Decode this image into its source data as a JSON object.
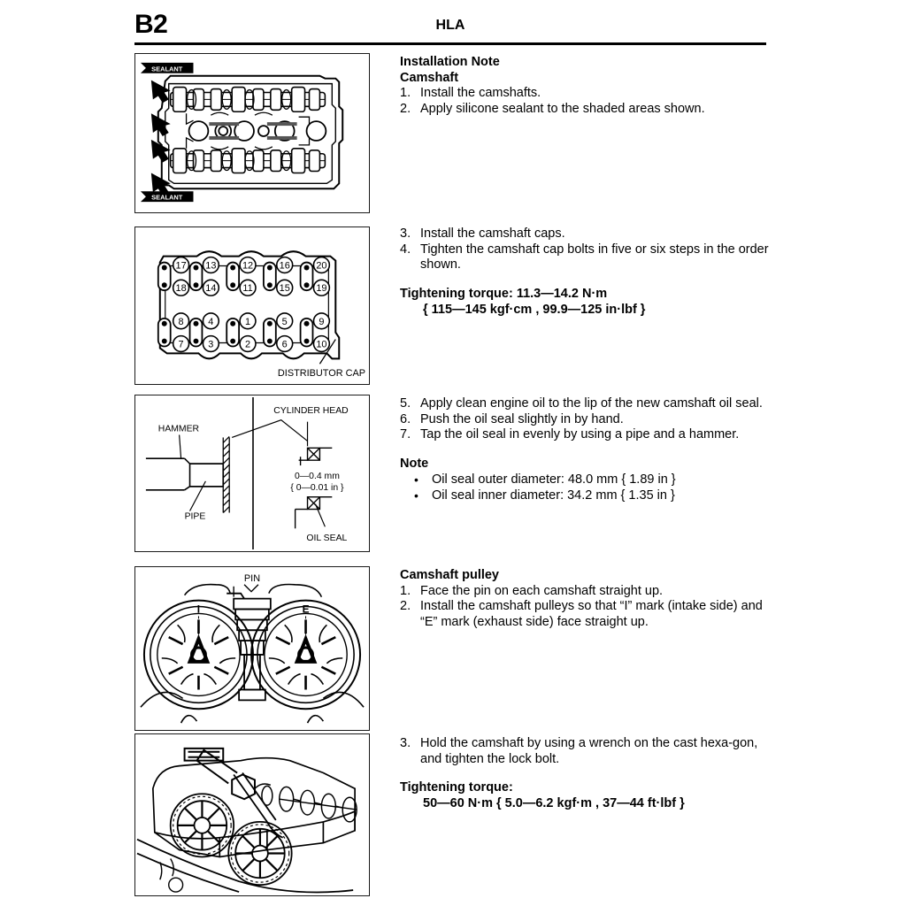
{
  "header": {
    "page_number": "B2",
    "title": "HLA"
  },
  "sections": [
    {
      "id": "installation-note-camshaft",
      "headings": [
        "Installation Note",
        "Camshaft"
      ],
      "steps": [
        {
          "num": "1.",
          "text": "Install the camshafts."
        },
        {
          "num": "2.",
          "text": "Apply silicone sealant to the shaded areas shown."
        }
      ]
    },
    {
      "id": "camshaft-caps",
      "steps": [
        {
          "num": "3.",
          "text": "Install the camshaft caps."
        },
        {
          "num": "4.",
          "text": "Tighten the camshaft cap bolts in five or six steps in the order shown."
        }
      ],
      "torque": {
        "line1": "Tightening torque: 11.3—14.2 N·m",
        "line2": "{ 115—145 kgf·cm , 99.9—125 in·lbf }"
      }
    },
    {
      "id": "oil-seal",
      "steps": [
        {
          "num": "5.",
          "text": "Apply clean engine oil to the lip of the new camshaft oil seal."
        },
        {
          "num": "6.",
          "text": "Push the oil seal slightly in by hand."
        },
        {
          "num": "7.",
          "text": "Tap the oil seal in evenly by using a pipe and a hammer."
        }
      ],
      "note_heading": "Note",
      "note_bullets": [
        "Oil seal outer diameter: 48.0 mm { 1.89 in }",
        "Oil seal inner diameter: 34.2 mm { 1.35 in }"
      ]
    },
    {
      "id": "camshaft-pulley",
      "headings": [
        "Camshaft pulley"
      ],
      "steps": [
        {
          "num": "1.",
          "text": "Face the pin on each camshaft straight up."
        },
        {
          "num": "2.",
          "text": "Install the camshaft pulleys so that “I” mark (intake side) and “E” mark (exhaust side) face straight up."
        }
      ]
    },
    {
      "id": "lock-bolt",
      "steps": [
        {
          "num": "3.",
          "text": "Hold the camshaft by using a wrench on the cast hexa-gon, and tighten the lock bolt."
        }
      ],
      "torque": {
        "line1": "Tightening torque:",
        "line2": "50—60 N·m { 5.0—6.2 kgf·m , 37—44 ft·lbf }"
      }
    }
  ],
  "figures": [
    {
      "id": "fig-cylinder-head-sealant",
      "caption_labels": [
        "SEALANT",
        "SEALANT"
      ],
      "arrow_count": 4
    },
    {
      "id": "fig-cap-bolt-order",
      "label": "DISTRIBUTOR CAP",
      "top_row_upper": [
        "17",
        "13",
        "12",
        "16",
        "20"
      ],
      "top_row_lower": [
        "18",
        "14",
        "11",
        "15",
        "19"
      ],
      "bottom_row_upper": [
        "8",
        "4",
        "1",
        "5",
        "9"
      ],
      "bottom_row_lower": [
        "7",
        "3",
        "2",
        "6",
        "10"
      ]
    },
    {
      "id": "fig-oil-seal-install",
      "labels": [
        "HAMMER",
        "PIPE",
        "CYLINDER HEAD",
        "OIL SEAL"
      ],
      "dimension_line1": "0—0.4 mm",
      "dimension_line2": "{ 0—0.01 in }"
    },
    {
      "id": "fig-camshaft-pulleys",
      "labels": [
        "PIN"
      ],
      "pulley_marks": [
        "I",
        "E"
      ]
    },
    {
      "id": "fig-lock-bolt-wrench",
      "labels": []
    }
  ],
  "colors": {
    "ink": "#000000",
    "paper": "#ffffff",
    "panel_border": "#1a1a1a"
  }
}
